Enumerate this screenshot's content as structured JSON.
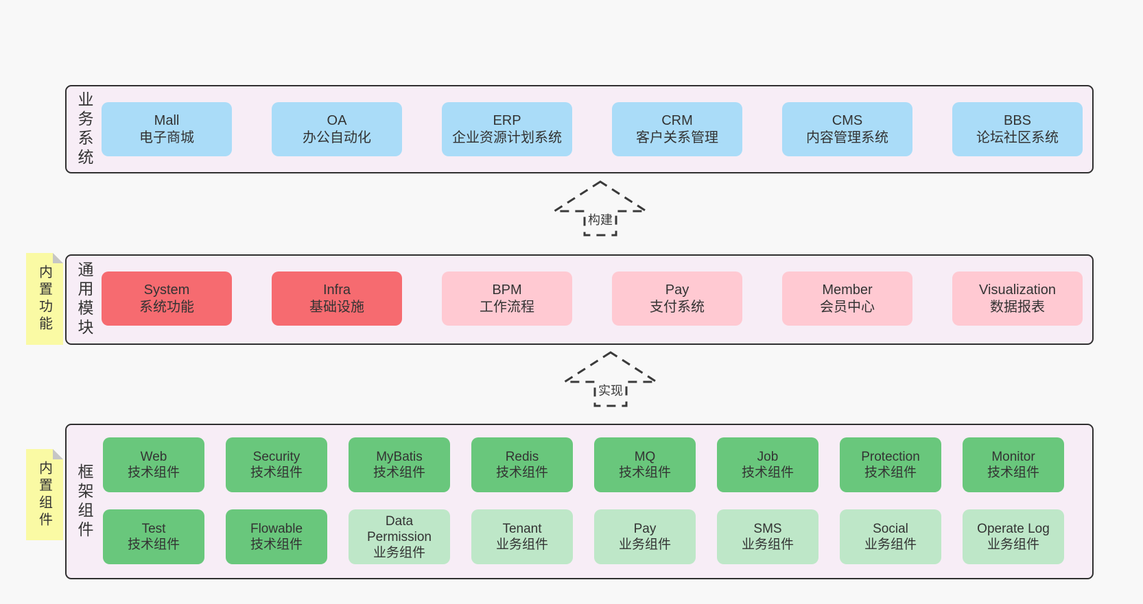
{
  "palette": {
    "page_bg": "#f8f8f8",
    "band_bg": "#f7edf6",
    "band_border": "#2f2f2f",
    "blue": "#aadcf8",
    "red": "#f66b70",
    "pink": "#ffc9d2",
    "green": "#69c77c",
    "light_green": "#bee7c8",
    "sticky_yellow": "#fafaa4",
    "sticky_fold": "#c6c6c6",
    "text": "#333333"
  },
  "bands": [
    {
      "id": "business-systems",
      "label": "业务系统",
      "boxes": [
        {
          "title": "Mall",
          "subtitle": "电子商城",
          "color": "blue"
        },
        {
          "title": "OA",
          "subtitle": "办公自动化",
          "color": "blue"
        },
        {
          "title": "ERP",
          "subtitle": "企业资源计划系统",
          "color": "blue"
        },
        {
          "title": "CRM",
          "subtitle": "客户关系管理",
          "color": "blue"
        },
        {
          "title": "CMS",
          "subtitle": "内容管理系统",
          "color": "blue"
        },
        {
          "title": "BBS",
          "subtitle": "论坛社区系统",
          "color": "blue"
        }
      ]
    },
    {
      "id": "common-modules",
      "label": "通用模块",
      "sticky": "内置功能",
      "boxes": [
        {
          "title": "System",
          "subtitle": "系统功能",
          "color": "red"
        },
        {
          "title": "Infra",
          "subtitle": "基础设施",
          "color": "red"
        },
        {
          "title": "BPM",
          "subtitle": "工作流程",
          "color": "pink"
        },
        {
          "title": "Pay",
          "subtitle": "支付系统",
          "color": "pink"
        },
        {
          "title": "Member",
          "subtitle": "会员中心",
          "color": "pink"
        },
        {
          "title": "Visualization",
          "subtitle": "数据报表",
          "color": "pink"
        }
      ]
    },
    {
      "id": "framework-components",
      "label": "框架组件",
      "sticky": "内置组件",
      "rows": [
        [
          {
            "title": "Web",
            "subtitle": "技术组件",
            "color": "green"
          },
          {
            "title": "Security",
            "subtitle": "技术组件",
            "color": "green"
          },
          {
            "title": "MyBatis",
            "subtitle": "技术组件",
            "color": "green"
          },
          {
            "title": "Redis",
            "subtitle": "技术组件",
            "color": "green"
          },
          {
            "title": "MQ",
            "subtitle": "技术组件",
            "color": "green"
          },
          {
            "title": "Job",
            "subtitle": "技术组件",
            "color": "green"
          },
          {
            "title": "Protection",
            "subtitle": "技术组件",
            "color": "green"
          },
          {
            "title": "Monitor",
            "subtitle": "技术组件",
            "color": "green"
          }
        ],
        [
          {
            "title": "Test",
            "subtitle": "技术组件",
            "color": "green"
          },
          {
            "title": "Flowable",
            "subtitle": "技术组件",
            "color": "green"
          },
          {
            "title": "Data Permission",
            "subtitle": "业务组件",
            "color": "light_green"
          },
          {
            "title": "Tenant",
            "subtitle": "业务组件",
            "color": "light_green"
          },
          {
            "title": "Pay",
            "subtitle": "业务组件",
            "color": "light_green"
          },
          {
            "title": "SMS",
            "subtitle": "业务组件",
            "color": "light_green"
          },
          {
            "title": "Social",
            "subtitle": "业务组件",
            "color": "light_green"
          },
          {
            "title": "Operate Log",
            "subtitle": "业务组件",
            "color": "light_green"
          }
        ]
      ]
    }
  ],
  "arrows": [
    {
      "label": "构建"
    },
    {
      "label": "实现"
    }
  ]
}
